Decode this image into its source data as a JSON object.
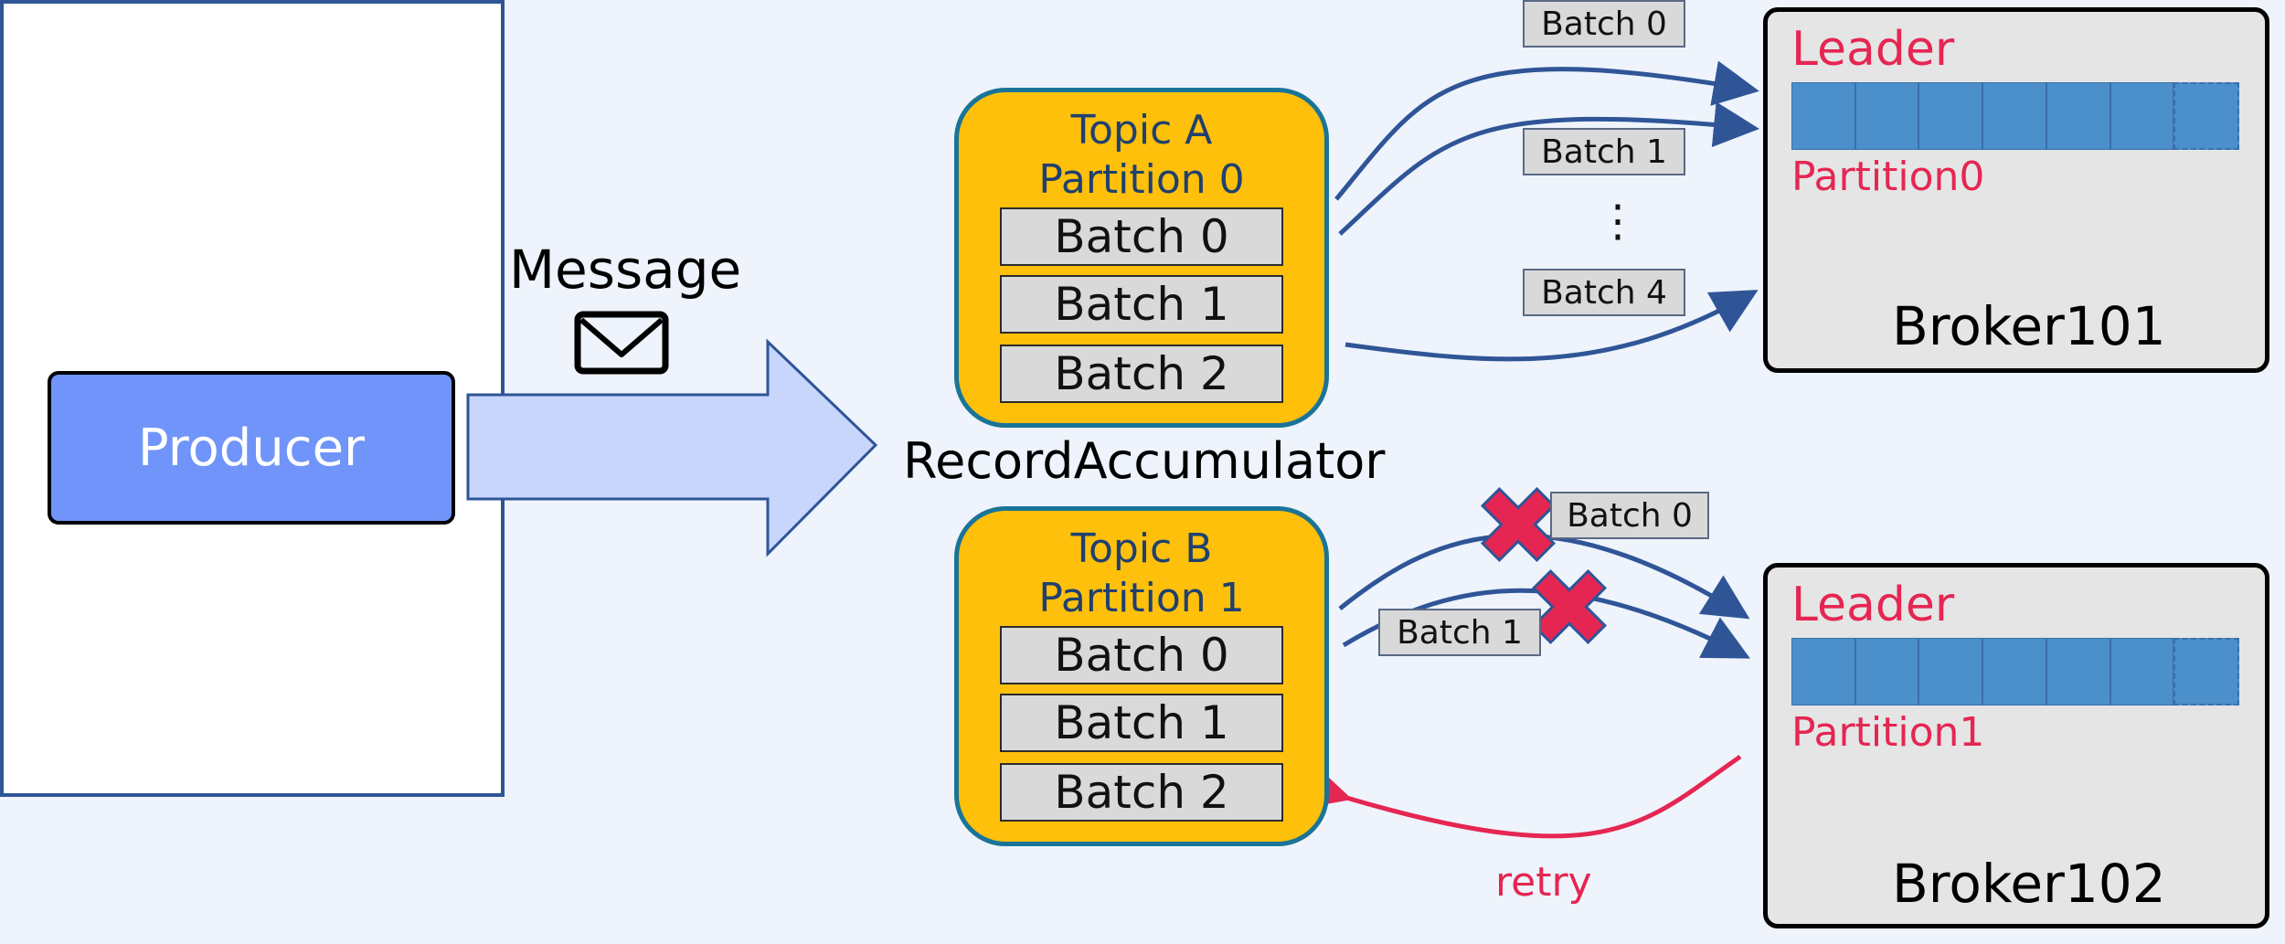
{
  "producer": {
    "label": "Producer"
  },
  "message": {
    "label": "Message"
  },
  "accumulator": {
    "label": "RecordAccumulator",
    "topics": [
      {
        "title_line1": "Topic A",
        "title_line2": "Partition 0",
        "batches": [
          "Batch 0",
          "Batch 1",
          "Batch 2"
        ]
      },
      {
        "title_line1": "Topic B",
        "title_line2": "Partition 1",
        "batches": [
          "Batch 0",
          "Batch 1",
          "Batch 2"
        ]
      }
    ]
  },
  "in_flight": {
    "broker_101": [
      "Batch 0",
      "Batch 1",
      "Batch 4"
    ],
    "ellipsis": "⋮",
    "broker_102": [
      "Batch 0",
      "Batch 1"
    ]
  },
  "brokers": [
    {
      "name": "Broker101",
      "leader_label": "Leader",
      "partition_label": "Partition0"
    },
    {
      "name": "Broker102",
      "leader_label": "Leader",
      "partition_label": "Partition1"
    }
  ],
  "retry": {
    "label": "retry"
  },
  "icons": {
    "message": "envelope-icon",
    "failure": "x-mark-icon"
  },
  "colors": {
    "producer": "#7094f9",
    "arrow_fill": "#c8d6fc",
    "arrow_stroke": "#2f5597",
    "topic_fill": "#fec00a",
    "topic_border": "#1a7497",
    "batch_fill": "#d9d9d9",
    "broker_fill": "#e5e5e5",
    "log_segment": "#4b8fcb",
    "accent_red": "#e52652",
    "flow_line": "#2f5597"
  }
}
